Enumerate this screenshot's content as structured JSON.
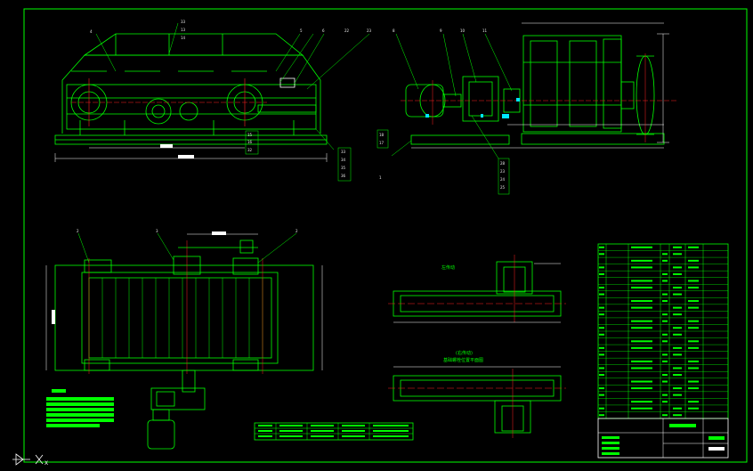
{
  "drawing": {
    "background": "#000000",
    "line_color": "#00ff00",
    "dim_color": "#ffffff",
    "center_color": "#ff2020",
    "accent_color": "#00e5ff"
  },
  "views": {
    "left_drive_label": "左传动",
    "right_drive_title": "(右传动)",
    "right_drive_sub": "基础螺栓位置平面图"
  },
  "balloons": {
    "front": [
      "4",
      "33",
      "13",
      "14",
      "5",
      "6",
      "22",
      "23"
    ],
    "front_side": [
      "33",
      "34",
      "35",
      "36"
    ],
    "front_side2": [
      "15",
      "16",
      "32"
    ],
    "side": [
      "8",
      "9",
      "10",
      "11",
      "18",
      "17",
      "1"
    ],
    "side_lower": [
      "28",
      "23",
      "24",
      "25"
    ],
    "plan": [
      "2",
      "3",
      "2"
    ]
  },
  "dims": {
    "front_total": "5890",
    "front_inner": "2700",
    "plan_width": "2850",
    "plan_top": "1500"
  },
  "ucs": {
    "x_label": "X"
  }
}
